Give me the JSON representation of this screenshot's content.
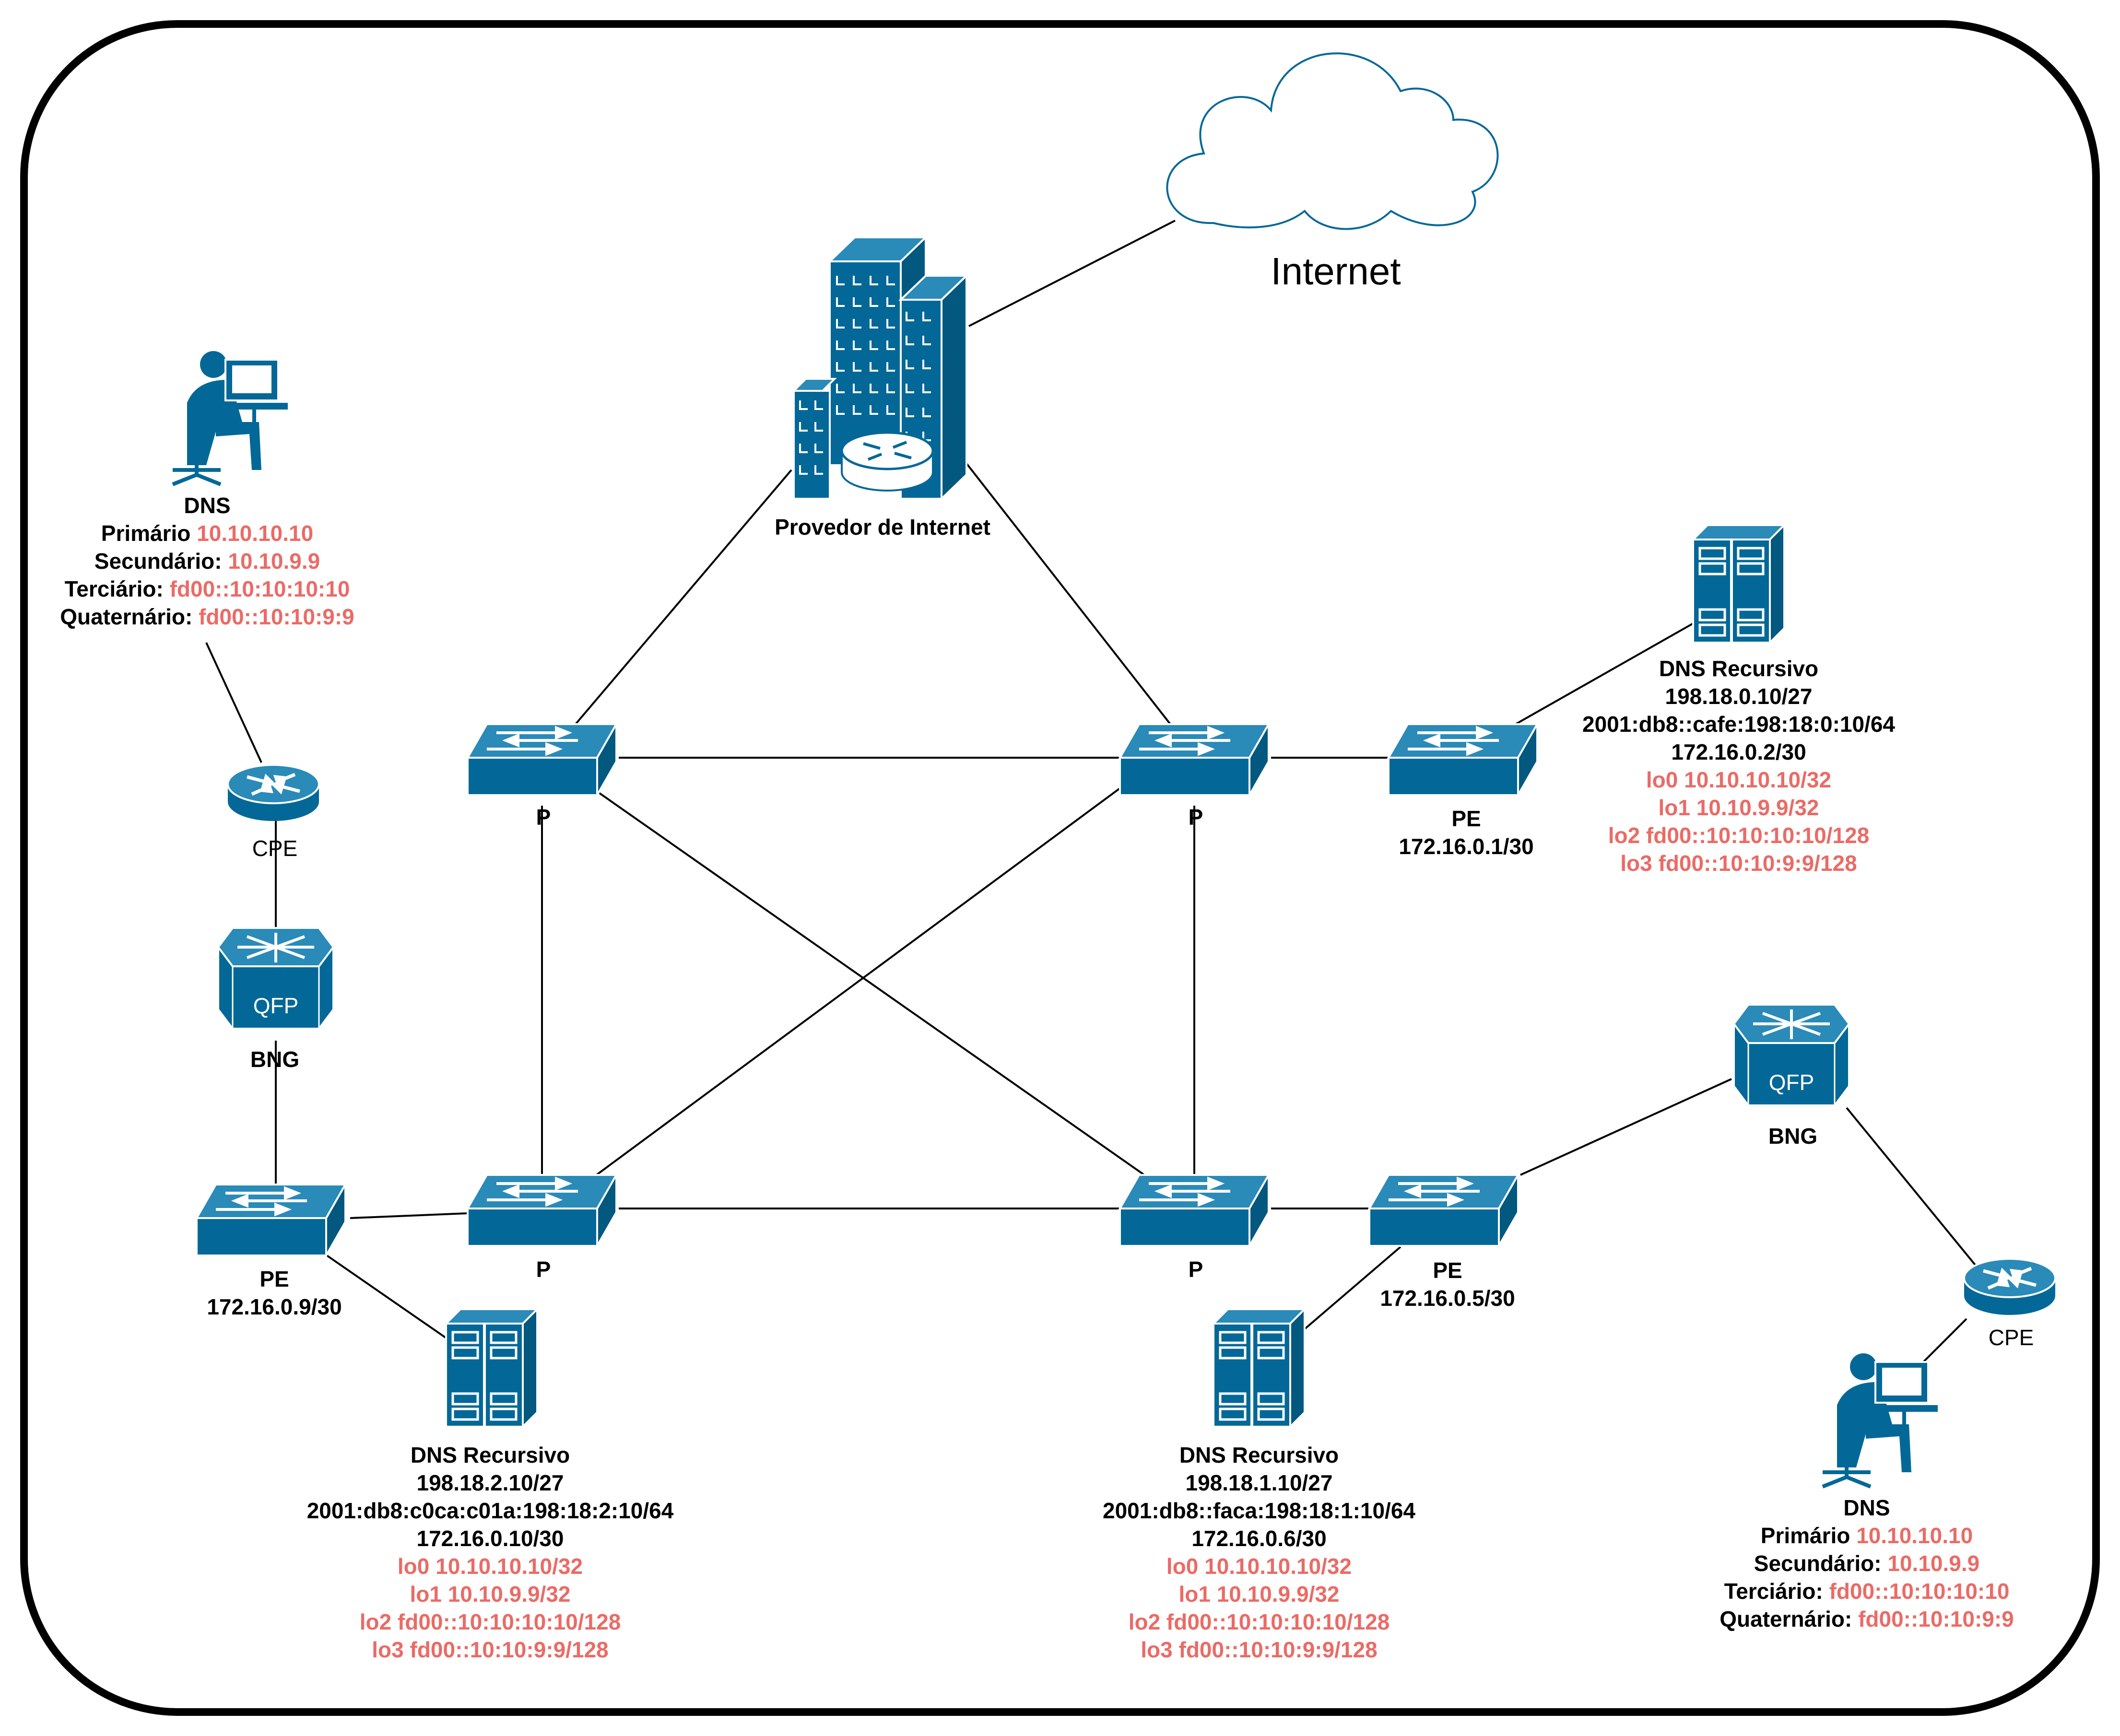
{
  "colors": {
    "icon": "#036897",
    "accent_red": "#EA6B66",
    "line": "#000000",
    "background": "#FFFFFF"
  },
  "internet": {
    "label": "Internet",
    "icon": "cloud-icon"
  },
  "isp": {
    "label": "Provedor de Internet",
    "icon": "isp-building-icon"
  },
  "core": {
    "p_top_left": {
      "label": "P",
      "icon": "layer3-switch-icon"
    },
    "p_top_right": {
      "label": "P",
      "icon": "layer3-switch-icon"
    },
    "p_bottom_left": {
      "label": "P",
      "icon": "layer3-switch-icon"
    },
    "p_bottom_right": {
      "label": "P",
      "icon": "layer3-switch-icon"
    }
  },
  "pe_top": {
    "name": "PE",
    "ip": "172.16.0.1/30"
  },
  "pe_left": {
    "name": "PE",
    "ip": "172.16.0.9/30"
  },
  "pe_right": {
    "name": "PE",
    "ip": "172.16.0.5/30"
  },
  "bng_left": {
    "name": "BNG",
    "chip": "QFP"
  },
  "bng_right": {
    "name": "BNG",
    "chip": "QFP"
  },
  "cpe_left": {
    "name": "CPE",
    "icon": "router-icon"
  },
  "cpe_right": {
    "name": "CPE",
    "icon": "router-icon"
  },
  "client_left": {
    "title": "DNS",
    "rows": [
      {
        "key": "Primário ",
        "value": "10.10.10.10"
      },
      {
        "key": "Secundário: ",
        "value": "10.10.9.9"
      },
      {
        "key": "Terciário: ",
        "value": "fd00::10:10:10:10"
      },
      {
        "key": "Quaternário:  ",
        "value": "fd00::10:10:9:9"
      }
    ]
  },
  "client_right": {
    "title": "DNS",
    "rows": [
      {
        "key": "Primário ",
        "value": "10.10.10.10"
      },
      {
        "key": "Secundário: ",
        "value": "10.10.9.9"
      },
      {
        "key": "Terciário: ",
        "value": "fd00::10:10:10:10"
      },
      {
        "key": "Quaternário:  ",
        "value": "fd00::10:10:9:9"
      }
    ]
  },
  "dns_top": {
    "title": "DNS Recursivo",
    "black_lines": [
      "198.18.0.10/27",
      "2001:db8::cafe:198:18:0:10/64",
      "172.16.0.2/30"
    ],
    "red_lines": [
      "lo0 10.10.10.10/32",
      "lo1 10.10.9.9/32",
      "lo2 fd00::10:10:10:10/128",
      "lo3 fd00::10:10:9:9/128"
    ]
  },
  "dns_bottom_left": {
    "title": "DNS Recursivo",
    "black_lines": [
      "198.18.2.10/27",
      "2001:db8:c0ca:c01a:198:18:2:10/64",
      "172.16.0.10/30"
    ],
    "red_lines": [
      "lo0 10.10.10.10/32",
      "lo1 10.10.9.9/32",
      "lo2 fd00::10:10:10:10/128",
      "lo3 fd00::10:10:9:9/128"
    ]
  },
  "dns_bottom_right": {
    "title": "DNS Recursivo",
    "black_lines": [
      "198.18.1.10/27",
      "2001:db8::faca:198:18:1:10/64",
      "172.16.0.6/30"
    ],
    "red_lines": [
      "lo0 10.10.10.10/32",
      "lo1 10.10.9.9/32",
      "lo2 fd00::10:10:10:10/128",
      "lo3 fd00::10:10:9:9/128"
    ]
  }
}
